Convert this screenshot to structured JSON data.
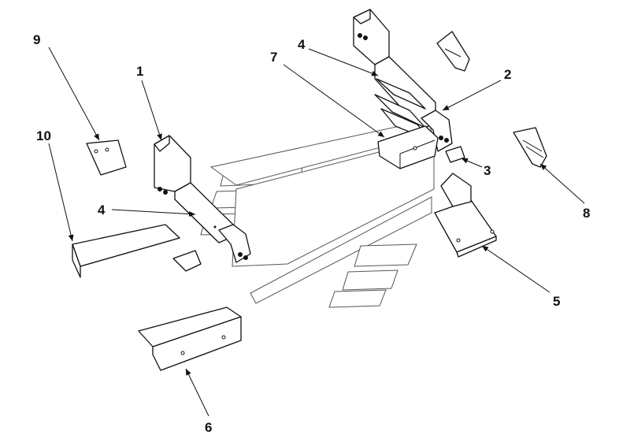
{
  "callouts": [
    {
      "id": "c1",
      "label": "1"
    },
    {
      "id": "c2",
      "label": "2"
    },
    {
      "id": "c3",
      "label": "3"
    },
    {
      "id": "c4a",
      "label": "4"
    },
    {
      "id": "c4b",
      "label": "4"
    },
    {
      "id": "c5",
      "label": "5"
    },
    {
      "id": "c6",
      "label": "6"
    },
    {
      "id": "c7",
      "label": "7"
    },
    {
      "id": "c8",
      "label": "8"
    },
    {
      "id": "c9",
      "label": "9"
    },
    {
      "id": "c10",
      "label": "10"
    }
  ]
}
